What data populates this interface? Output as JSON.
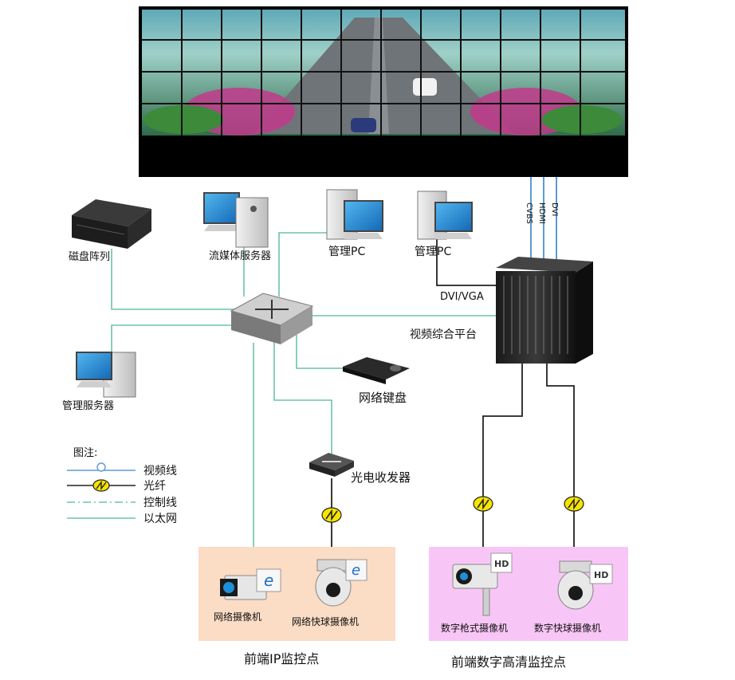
{
  "labels": {
    "disk_array": "磁盘阵列",
    "stream_server": "流媒体服务器",
    "admin_pc_1": "管理PC",
    "admin_pc_2": "管理PC",
    "mgmt_server": "管理服务器",
    "network_keyboard": "网络键盘",
    "optical_transceiver": "光电收发器",
    "video_platform": "视频综合平台",
    "dvi_vga": "DVI/VGA",
    "cvbs": "CVBS",
    "hdmi": "HDMI",
    "dvi": "DVI",
    "network_camera": "网络摄像机",
    "network_dome_camera": "网络快球摄像机",
    "digital_gun_camera": "数字枪式摄像机",
    "digital_dome_camera": "数字快球摄像机",
    "ip_zone_title": "前端IP监控点",
    "hd_zone_title": "前端数字高清监控点"
  },
  "legend": {
    "title": "图注:",
    "items": [
      "视频线",
      "光纤",
      "控制线",
      "以太网"
    ]
  },
  "badges": {
    "hd": "HD",
    "ie": "e"
  },
  "colors": {
    "ethernet": "#6cc3a6",
    "video_line": "#5b9bd5",
    "fiber": "#222222",
    "ip_zone_bg": "#fbdcc4",
    "hd_zone_bg": "#f8c6f6",
    "screen_blue": "#1f8fd8"
  }
}
